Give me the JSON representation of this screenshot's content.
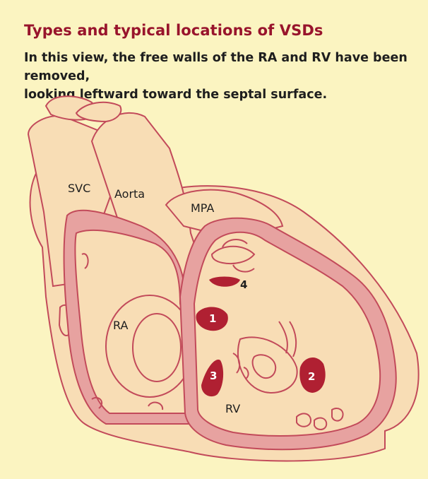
{
  "header": {
    "title": "Types and typical locations of VSDs",
    "subtitle_line1": "In this view, the free walls of the RA and RV have been removed,",
    "subtitle_line2": "looking leftward toward the septal surface."
  },
  "labels": {
    "svc": "SVC",
    "aorta": "Aorta",
    "mpa": "MPA",
    "ra": "RA",
    "rv": "RV"
  },
  "defects": [
    {
      "number": "1"
    },
    {
      "number": "2"
    },
    {
      "number": "3"
    },
    {
      "number": "4"
    }
  ],
  "colors": {
    "background": "#fbf4c1",
    "tissue_fill": "#f8ddb5",
    "outline": "#c24a5a",
    "wall_band": "#e7a2a0",
    "defect": "#b02032",
    "defect_text": "#ffffff",
    "title": "#98142c"
  }
}
